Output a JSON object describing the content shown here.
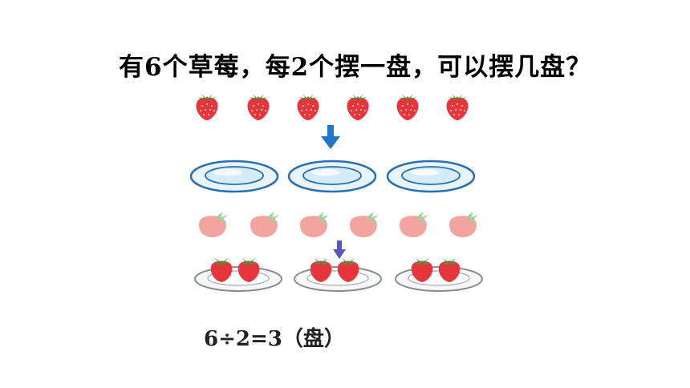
{
  "question": "有6个草莓，每2个摆一盘，可以摆几盘？",
  "equation": "6÷2=3（盘）",
  "counts": {
    "strawberries": 6,
    "plates": 3,
    "per_plate": 2
  },
  "icons": {
    "strawberry": "strawberry-icon",
    "faded_strawberry": "faded-strawberry-icon",
    "plate": "plate-icon",
    "arrow": "arrow-down-icon"
  },
  "colors": {
    "strawberry_red": "#e8343b",
    "strawberry_leaf": "#3f9a3a",
    "faded_red": "#f3a4a0",
    "faded_leaf": "#9fd29a",
    "plate_rim": "#2a6fb0",
    "plate_fill": "#d5ecfb",
    "plate_gray": "#8a8f93",
    "arrow_blue": "#1f78c8",
    "arrow_purple": "#5a55b8"
  }
}
